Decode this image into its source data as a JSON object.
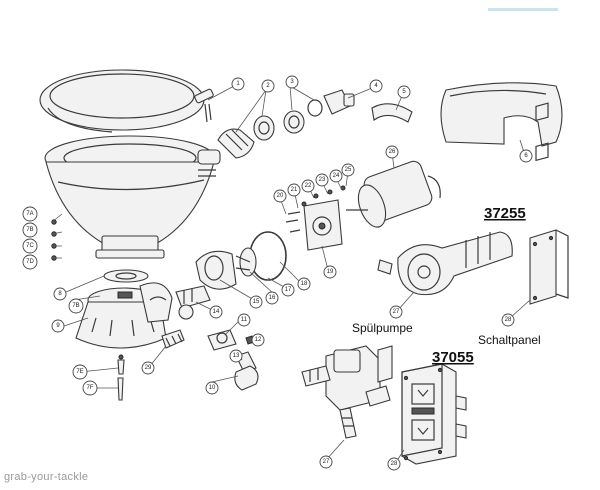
{
  "callouts": [
    "1",
    "2",
    "3",
    "4",
    "5",
    "6",
    "7A",
    "7B",
    "7C",
    "7D",
    "8",
    "7B",
    "9",
    "10",
    "11",
    "12",
    "13",
    "14",
    "15",
    "16",
    "17",
    "18",
    "19",
    "20",
    "21",
    "22",
    "23",
    "24",
    "25",
    "26",
    "27",
    "28",
    "29",
    "7E",
    "7F",
    "27",
    "28"
  ],
  "kits": {
    "kit_a": "37255",
    "kit_b": "37055"
  },
  "labels": {
    "pump": "Spülpumpe",
    "panel": "Schaltpanel"
  },
  "watermark": "grab-your-tackle",
  "colors": {
    "line": "#3a3a3a",
    "fill": "#f2f2f2",
    "watermark": "#9a9a9a"
  }
}
